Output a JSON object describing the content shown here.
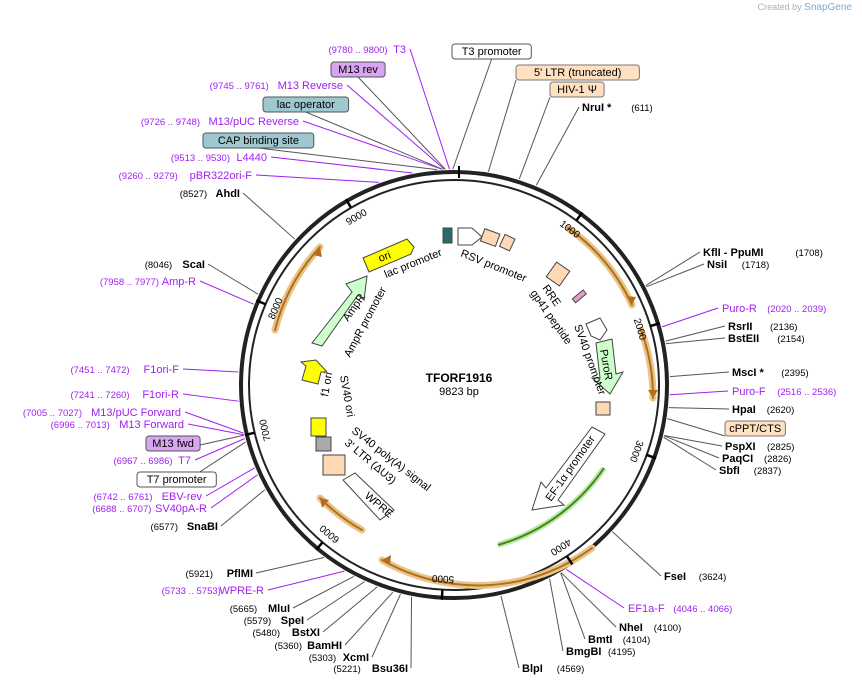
{
  "credit": {
    "prefix": "Created by",
    "brand": "SnapGene"
  },
  "plasmid": {
    "name": "TFORF1916",
    "length_label": "9823 bp",
    "length": 9823
  },
  "ticks": [
    {
      "pos": 1000,
      "label": "1000"
    },
    {
      "pos": 2000,
      "label": "2000"
    },
    {
      "pos": 3000,
      "label": "3000"
    },
    {
      "pos": 4000,
      "label": "4000"
    },
    {
      "pos": 5000,
      "label": "5000"
    },
    {
      "pos": 6000,
      "label": "6000"
    },
    {
      "pos": 7000,
      "label": "7000"
    },
    {
      "pos": 8000,
      "label": "8000"
    },
    {
      "pos": 9000,
      "label": "9000"
    }
  ],
  "colors": {
    "backbone": "#222222",
    "enzyme_text": "#000000",
    "primer": "#a020f0",
    "orf": "#e8a33a",
    "ori": "#ffff00",
    "ampr": "#ccffcc",
    "puror": "#ccffcc",
    "ltr": "#ffd9b3",
    "box_blue": "#9ec7d0",
    "box_purple": "#d8a6f0",
    "box_orange": "#ffe0c0"
  },
  "primers": [
    {
      "name": "T3",
      "range": "(9780 .. 9800)",
      "pos": 9790
    },
    {
      "name": "M13 Reverse",
      "range": "(9745 .. 9761)",
      "pos": 9753
    },
    {
      "name": "M13/pUC Reverse",
      "range": "(9726 .. 9748)",
      "pos": 9737
    },
    {
      "name": "L4440",
      "range": "(9513 .. 9530)",
      "pos": 9521
    },
    {
      "name": "pBR322ori-F",
      "range": "(9260 .. 9279)",
      "pos": 9269
    },
    {
      "name": "Amp-R",
      "range": "(7958 .. 7977)",
      "pos": 7967
    },
    {
      "name": "F1ori-F",
      "range": "(7451 .. 7472)",
      "pos": 7461
    },
    {
      "name": "F1ori-R",
      "range": "(7241 .. 7260)",
      "pos": 7250
    },
    {
      "name": "M13/pUC Forward",
      "range": "(7005 .. 7027)",
      "pos": 7016
    },
    {
      "name": "M13 Forward",
      "range": "(6996 .. 7013)",
      "pos": 7004
    },
    {
      "name": "T7",
      "range": "(6967 .. 6986)",
      "pos": 6976
    },
    {
      "name": "EBV-rev",
      "range": "(6742 .. 6761)",
      "pos": 6751
    },
    {
      "name": "SV40pA-R",
      "range": "(6688 .. 6707)",
      "pos": 6697
    },
    {
      "name": "WPRE-R",
      "range": "(5733 .. 5753)",
      "pos": 5743
    },
    {
      "name": "Puro-R",
      "range": "(2020 .. 2039)",
      "pos": 2030
    },
    {
      "name": "Puro-F",
      "range": "(2516 .. 2536)",
      "pos": 2526
    },
    {
      "name": "EF1a-F",
      "range": "(4046 .. 4066)",
      "pos": 4056
    }
  ],
  "enzymes_left": [
    {
      "name": "AhdI",
      "pos_label": "(8527)",
      "pos": 8527
    },
    {
      "name": "ScaI",
      "pos_label": "(8046)",
      "pos": 8046
    },
    {
      "name": "SnaBI",
      "pos_label": "(6577)",
      "pos": 6577
    },
    {
      "name": "PflMI",
      "pos_label": "(5921)",
      "pos": 5921
    },
    {
      "name": "MluI",
      "pos_label": "(5665)",
      "pos": 5665
    },
    {
      "name": "SpeI",
      "pos_label": "(5579)",
      "pos": 5579
    },
    {
      "name": "BstXI",
      "pos_label": "(5480)",
      "pos": 5480
    },
    {
      "name": "BamHI",
      "pos_label": "(5360)",
      "pos": 5360
    },
    {
      "name": "XcmI",
      "pos_label": "(5303)",
      "pos": 5303
    },
    {
      "name": "Bsu36I",
      "pos_label": "(5221)",
      "pos": 5221
    }
  ],
  "enzymes_right": [
    {
      "name": "NruI *",
      "pos_label": "(611)",
      "pos": 611
    },
    {
      "name": "KflI - PpuMI",
      "pos_label": "(1708)",
      "pos": 1708
    },
    {
      "name": "NsiI",
      "pos_label": "(1718)",
      "pos": 1718
    },
    {
      "name": "RsrII",
      "pos_label": "(2136)",
      "pos": 2136
    },
    {
      "name": "BstEII",
      "pos_label": "(2154)",
      "pos": 2154
    },
    {
      "name": "MscI *",
      "pos_label": "(2395)",
      "pos": 2395
    },
    {
      "name": "HpaI",
      "pos_label": "(2620)",
      "pos": 2620
    },
    {
      "name": "PspXI",
      "pos_label": "(2825)",
      "pos": 2825
    },
    {
      "name": "PaqCI",
      "pos_label": "(2826)",
      "pos": 2826
    },
    {
      "name": "SbfI",
      "pos_label": "(2837)",
      "pos": 2837
    },
    {
      "name": "FseI",
      "pos_label": "(3624)",
      "pos": 3624
    },
    {
      "name": "NheI",
      "pos_label": "(4100)",
      "pos": 4100
    },
    {
      "name": "BmtI",
      "pos_label": "(4104)",
      "pos": 4104
    },
    {
      "name": "BmgBI",
      "pos_label": "(4195)",
      "pos": 4195
    },
    {
      "name": "BlpI",
      "pos_label": "(4569)",
      "pos": 4569
    }
  ],
  "boxed_features": [
    {
      "name": "T3 promoter",
      "style": "white",
      "pos": 9815
    },
    {
      "name": "M13 rev",
      "style": "purple",
      "pos": 9760
    },
    {
      "name": "lac operator",
      "style": "blue",
      "pos": 9740
    },
    {
      "name": "CAP binding site",
      "style": "blue",
      "pos": 9700
    },
    {
      "name": "5' LTR (truncated)",
      "style": "orange",
      "pos": 250
    },
    {
      "name": "HIV-1 Ψ",
      "style": "orange",
      "pos": 480
    },
    {
      "name": "cPPT/CTS",
      "style": "orange",
      "pos": 2700
    },
    {
      "name": "M13 fwd",
      "style": "purple",
      "pos": 7000
    },
    {
      "name": "T7 promoter",
      "style": "white",
      "pos": 6950
    }
  ],
  "inner_labels": [
    "lac promoter",
    "RSV promoter",
    "ori",
    "RRE",
    "gp41 peptide",
    "SV40 promoter",
    "PuroR",
    "AmpR",
    "AmpR promoter",
    "f1 ori",
    "SV40 ori",
    "SV40 poly(A) signal",
    "3' LTR (ΔU3)",
    "WPRE",
    "EF-1α promoter"
  ]
}
